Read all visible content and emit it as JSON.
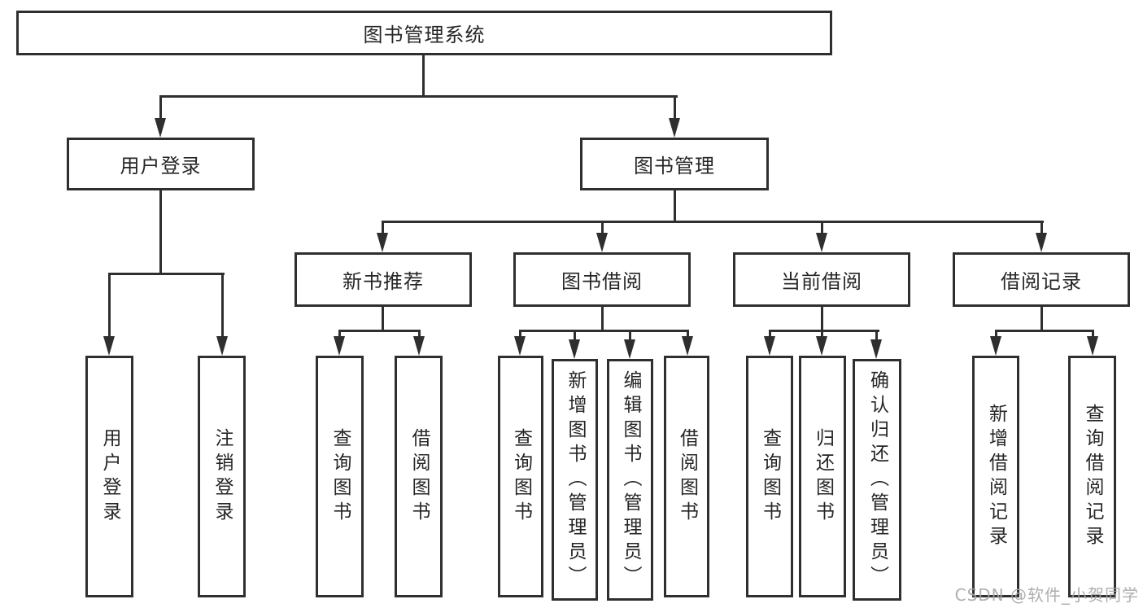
{
  "tree": {
    "root": "图书管理系统",
    "user_login": {
      "label": "用户登录",
      "login": "用户登录",
      "logout": "注销登录"
    },
    "book_mgmt": {
      "label": "图书管理",
      "new_books": {
        "label": "新书推荐",
        "query": "查询图书",
        "borrow": "借阅图书"
      },
      "book_borrow": {
        "label": "图书借阅",
        "query": "查询图书",
        "add": "新增图书（管理员）",
        "edit": "编辑图书（管理员）",
        "borrow": "借阅图书"
      },
      "current_borrow": {
        "label": "当前借阅",
        "query": "查询图书",
        "return": "归还图书",
        "confirm": "确认归还（管理员）"
      },
      "borrow_records": {
        "label": "借阅记录",
        "add": "新增借阅记录",
        "query": "查询借阅记录"
      }
    }
  },
  "watermark": "CSDN @软件_小贺同学",
  "colors": {
    "line": "#2f2f2f",
    "box_border": "#2f2f2f",
    "box_fill": "#ffffff",
    "text": "#262626",
    "watermark": "#a5a5a5"
  }
}
